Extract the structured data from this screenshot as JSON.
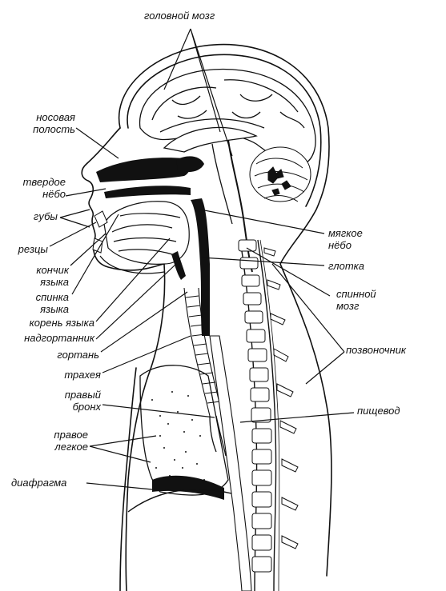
{
  "labels": {
    "brain": "головной мозг",
    "nasal_cavity": [
      "носовая",
      "полость"
    ],
    "hard_palate": [
      "твердое",
      "нёбо"
    ],
    "lips": "губы",
    "incisors": "резцы",
    "tongue_tip": [
      "кончик",
      "языка"
    ],
    "tongue_back": [
      "спинка",
      "языка"
    ],
    "tongue_root": "корень языка",
    "epiglottis": "надгортанник",
    "larynx": "гортань",
    "trachea": "трахея",
    "right_bronchus": [
      "правый",
      "бронх"
    ],
    "right_lung": [
      "правое",
      "легкое"
    ],
    "diaphragm": "диафрагма",
    "soft_palate": [
      "мягкое",
      "нёбо"
    ],
    "pharynx": "глотка",
    "spinal_cord": [
      "спинной",
      "мозг"
    ],
    "spine": "позвоночник",
    "esophagus": "пищевод"
  },
  "colors": {
    "ink": "#111111",
    "background": "#ffffff"
  }
}
